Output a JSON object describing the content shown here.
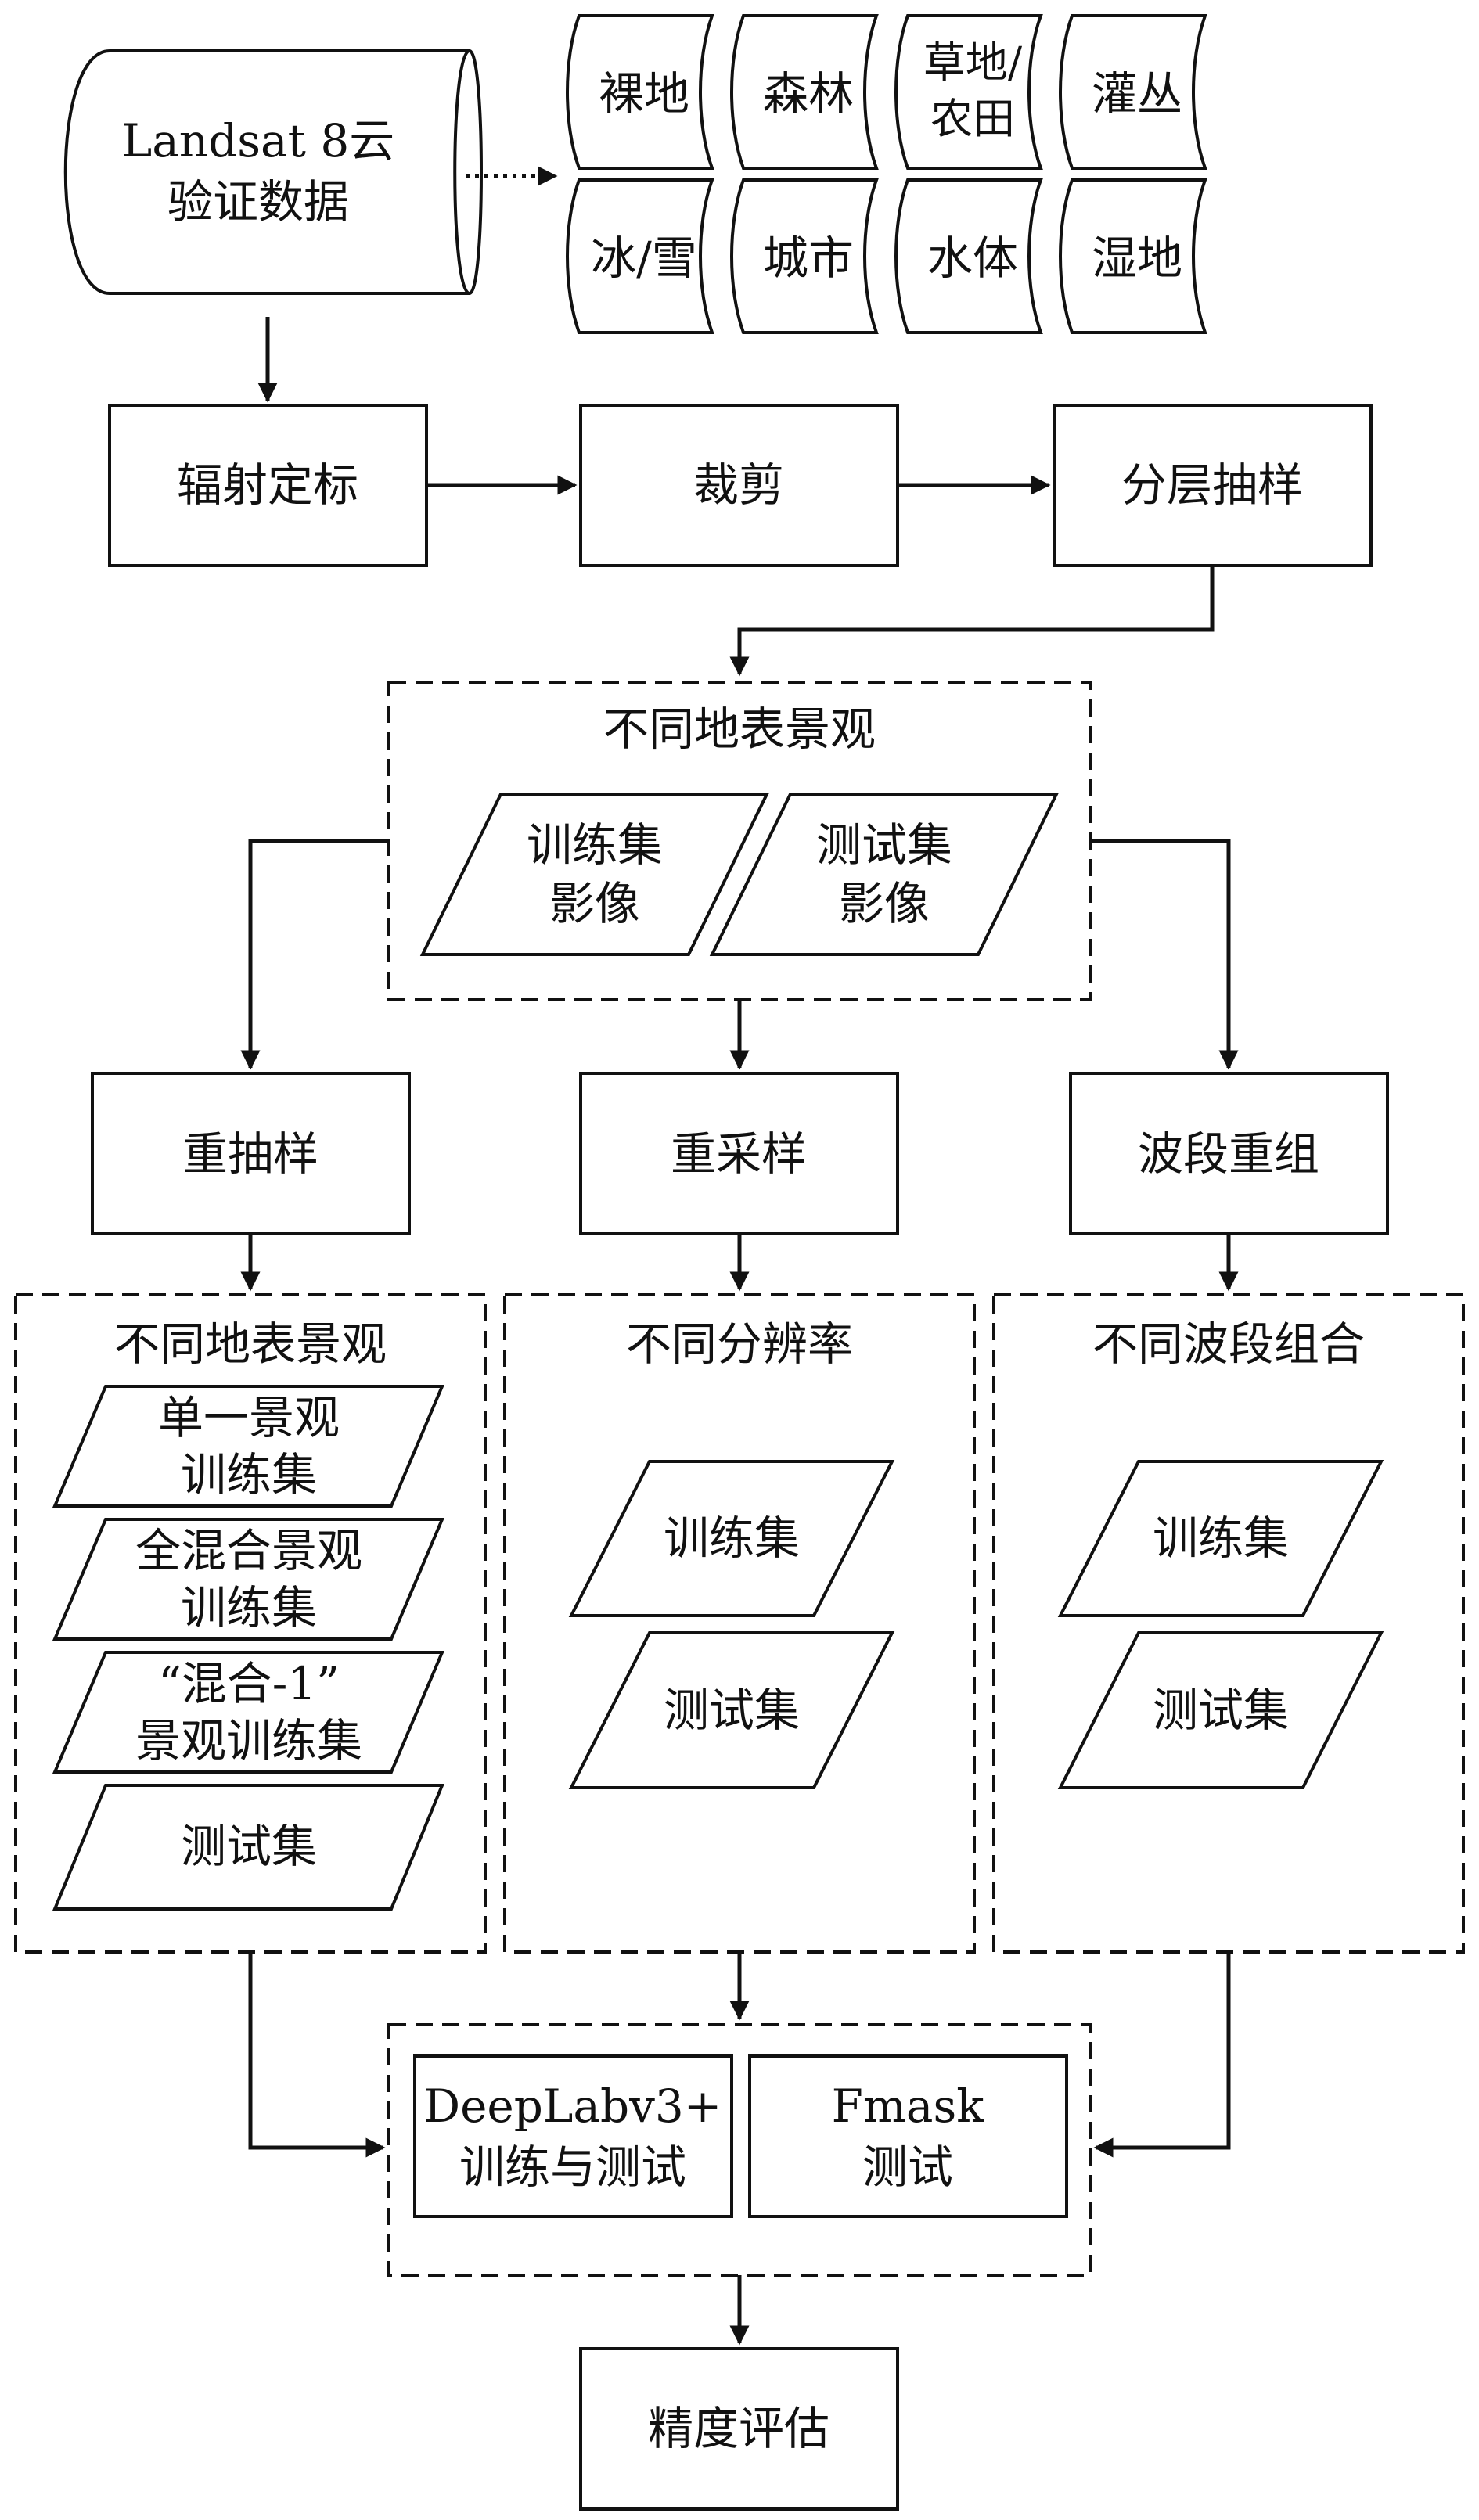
{
  "source": {
    "line1": "Landsat 8云",
    "line2": "验证数据"
  },
  "landcover": [
    {
      "lines": [
        "裸地"
      ]
    },
    {
      "lines": [
        "森林"
      ]
    },
    {
      "lines": [
        "草地/",
        "农田"
      ]
    },
    {
      "lines": [
        "灌丛"
      ]
    },
    {
      "lines": [
        "冰/雪"
      ]
    },
    {
      "lines": [
        "城市"
      ]
    },
    {
      "lines": [
        "水体"
      ]
    },
    {
      "lines": [
        "湿地"
      ]
    }
  ],
  "preprocess": {
    "radiometric": "辐射定标",
    "clip": "裁剪",
    "stratified": "分层抽样"
  },
  "landscape_group": {
    "title": "不同地表景观",
    "train": [
      "训练集",
      "影像"
    ],
    "test": [
      "测试集",
      "影像"
    ]
  },
  "methods": {
    "resubsample": "重抽样",
    "resample": "重采样",
    "band_recombine": "波段重组"
  },
  "groups": {
    "landscape": {
      "title": "不同地表景观",
      "items": [
        [
          "单一景观",
          "训练集"
        ],
        [
          "全混合景观",
          "训练集"
        ],
        [
          "“混合-1”",
          "景观训练集"
        ],
        [
          "测试集"
        ]
      ]
    },
    "resolution": {
      "title": "不同分辨率",
      "train": "训练集",
      "test": "测试集"
    },
    "bands": {
      "title": "不同波段组合",
      "train": "训练集",
      "test": "测试集"
    }
  },
  "models": {
    "deeplab": [
      "DeepLabv3+",
      "训练与测试"
    ],
    "fmask": [
      "Fmask",
      "测试"
    ]
  },
  "evaluation": "精度评估"
}
